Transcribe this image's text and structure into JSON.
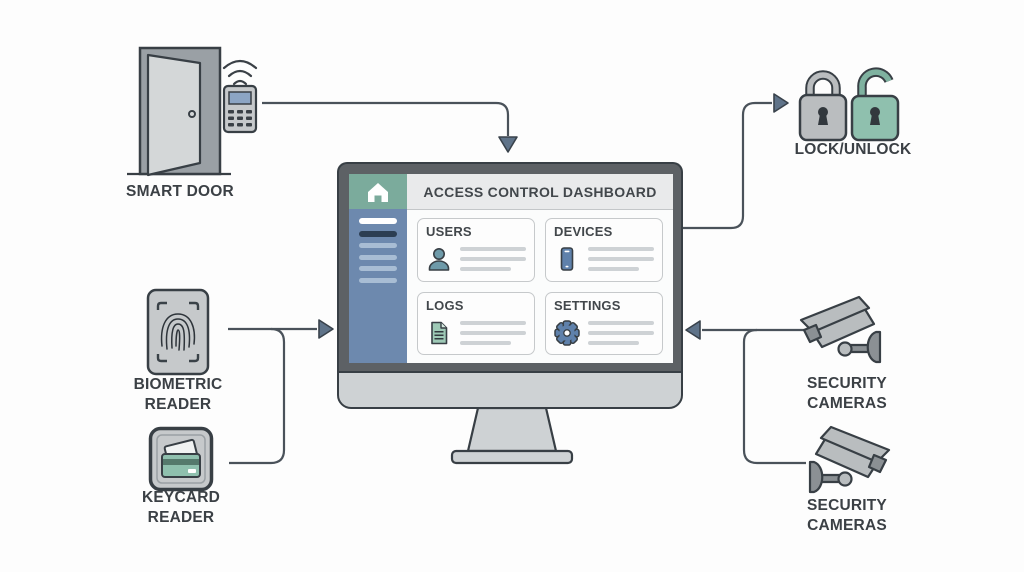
{
  "labels": {
    "smart_door": "SMART DOOR",
    "lock_unlock": "LOCK/UNLOCK",
    "biometric_line1": "BIOMETRIC",
    "biometric_line2": "READER",
    "keycard_line1": "KEYCARD",
    "keycard_line2": "READER",
    "cameras_top_line1": "SECURITY",
    "cameras_top_line2": "CAMERAS",
    "cameras_bottom_line1": "SECURITY",
    "cameras_bottom_line2": "CAMERAS"
  },
  "dashboard": {
    "title": "ACCESS CONTROL DASHBOARD",
    "home_icon": "home-icon",
    "cards": [
      {
        "label": "USERS",
        "icon": "user-icon"
      },
      {
        "label": "DEVICES",
        "icon": "smartphone-icon"
      },
      {
        "label": "LOGS",
        "icon": "document-icon"
      },
      {
        "label": "SETTINGS",
        "icon": "gear-icon"
      }
    ],
    "sidebar_menu_lines": 6
  },
  "colors": {
    "teal_accent": "#7bab9c",
    "sidebar_blue": "#6d89ae",
    "icon_blue": "#5f81ab",
    "icon_teal_user": "#6e9aa9",
    "icon_teal_doc": "#9ec9b6",
    "lock_locked_gray": "#babdbf",
    "lock_unlocked_teal": "#8fc0ae",
    "monitor_bezel": "#5d6165",
    "connector_line": "#4a525a",
    "label_text": "#3b4045"
  }
}
